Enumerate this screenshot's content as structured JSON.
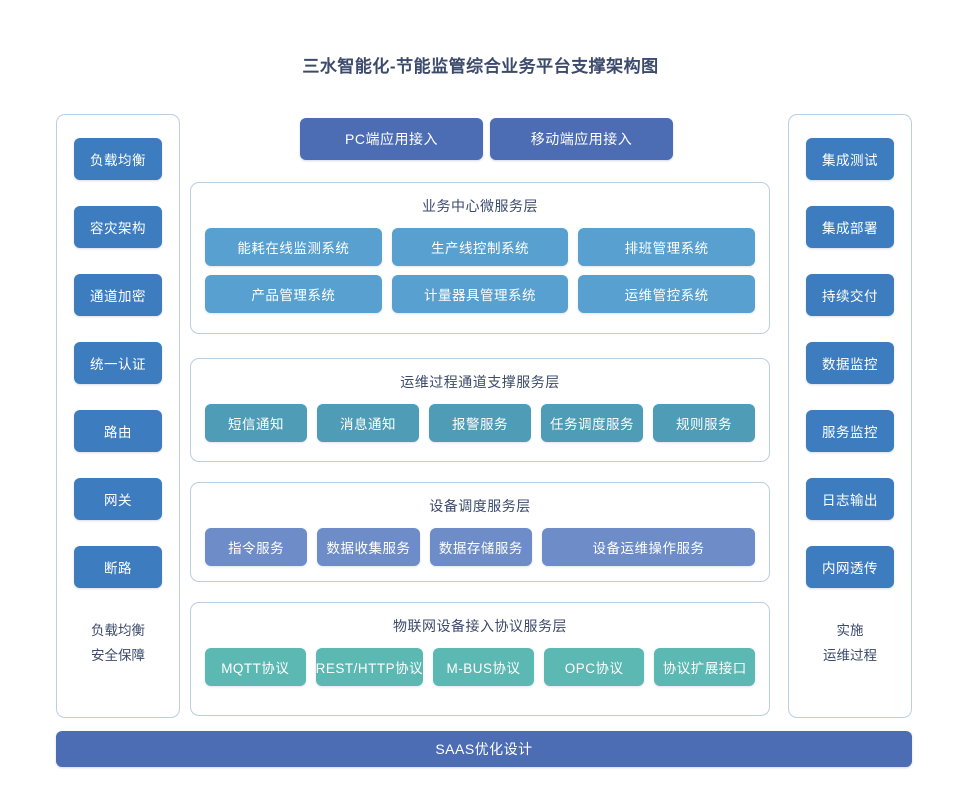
{
  "title": "三水智能化-节能监管综合业务平台支撑架构图",
  "colors": {
    "title_text": "#3c4a6b",
    "side_button": "#3d7cbf",
    "top_button": "#4c6cb3",
    "business_tile": "#57a0cf",
    "ops_tile": "#4e9cb5",
    "device_tile": "#6d8cc8",
    "iot_tile": "#5cb8b2",
    "panel_border": "#b9cfe4",
    "background": "#ffffff"
  },
  "top_access": {
    "buttons": [
      {
        "label": "PC端应用接入"
      },
      {
        "label": "移动端应用接入"
      }
    ]
  },
  "left_column": {
    "items": [
      {
        "label": "负载均衡"
      },
      {
        "label": "容灾架构"
      },
      {
        "label": "通道加密"
      },
      {
        "label": "统一认证"
      },
      {
        "label": "路由"
      },
      {
        "label": "网关"
      },
      {
        "label": "断路"
      }
    ],
    "caption_line1": "负载均衡",
    "caption_line2": "安全保障"
  },
  "right_column": {
    "items": [
      {
        "label": "集成测试"
      },
      {
        "label": "集成部署"
      },
      {
        "label": "持续交付"
      },
      {
        "label": "数据监控"
      },
      {
        "label": "服务监控"
      },
      {
        "label": "日志输出"
      },
      {
        "label": "内网透传"
      }
    ],
    "caption_line1": "实施",
    "caption_line2": "运维过程"
  },
  "layers": [
    {
      "title": "业务中心微服务层",
      "rows": [
        [
          {
            "label": "能耗在线监测系统"
          },
          {
            "label": "生产线控制系统"
          },
          {
            "label": "排班管理系统"
          }
        ],
        [
          {
            "label": "产品管理系统"
          },
          {
            "label": "计量器具管理系统"
          },
          {
            "label": "运维管控系统"
          }
        ]
      ]
    },
    {
      "title": "运维过程通道支撑服务层",
      "rows": [
        [
          {
            "label": "短信通知"
          },
          {
            "label": "消息通知"
          },
          {
            "label": "报警服务"
          },
          {
            "label": "任务调度服务"
          },
          {
            "label": "规则服务"
          }
        ]
      ]
    },
    {
      "title": "设备调度服务层",
      "rows": [
        [
          {
            "label": "指令服务"
          },
          {
            "label": "数据收集服务"
          },
          {
            "label": "数据存储服务"
          },
          {
            "label": "设备运维操作服务"
          }
        ]
      ]
    },
    {
      "title": "物联网设备接入协议服务层",
      "rows": [
        [
          {
            "label": "MQTT协议"
          },
          {
            "label": "REST/HTTP协议"
          },
          {
            "label": "M-BUS协议"
          },
          {
            "label": "OPC协议"
          },
          {
            "label": "协议扩展接口"
          }
        ]
      ]
    }
  ],
  "bottom_bar": {
    "label": "SAAS优化设计"
  }
}
